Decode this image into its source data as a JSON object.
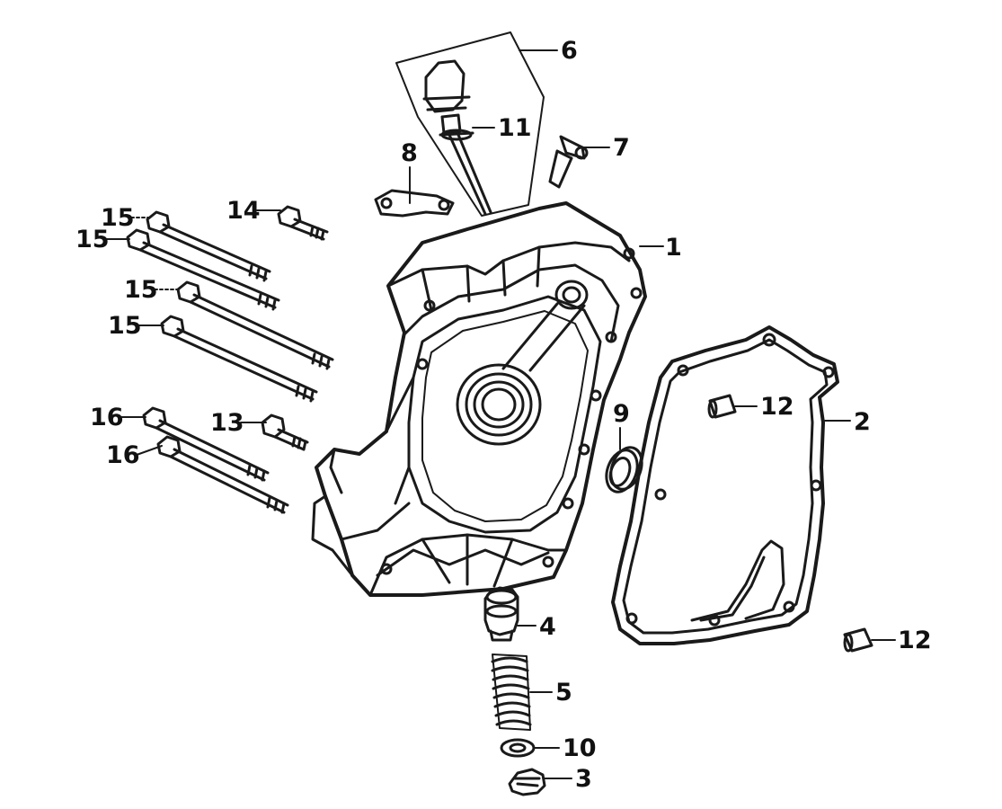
{
  "diagram": {
    "callouts": {
      "c1": "1",
      "c2": "2",
      "c3": "3",
      "c4": "4",
      "c5": "5",
      "c6": "6",
      "c7": "7",
      "c8": "8",
      "c9": "9",
      "c10": "10",
      "c11": "11",
      "c12a": "12",
      "c12b": "12",
      "c13": "13",
      "c14": "14",
      "c15a": "15",
      "c15b": "15",
      "c15c": "15",
      "c15d": "15",
      "c16a": "16",
      "c16b": "16"
    },
    "line_color": "#1a1a1a"
  }
}
